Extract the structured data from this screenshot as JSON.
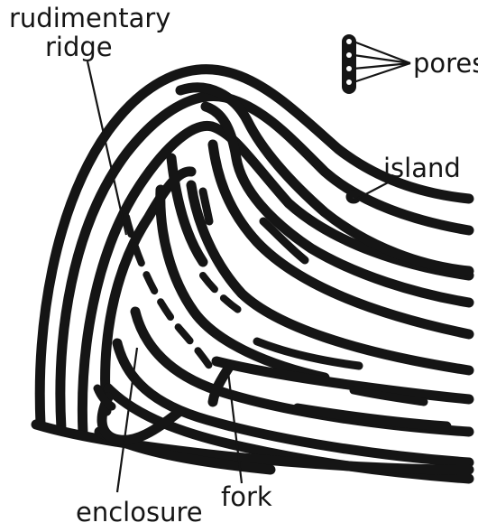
{
  "labels": {
    "rudimentary_line1": "rudimentary",
    "rudimentary_line2": "ridge",
    "pores": "pores",
    "island": "island",
    "enclosure": "enclosure",
    "fork": "fork"
  },
  "colors": {
    "ink": "#151515",
    "background": "#ffffff"
  }
}
